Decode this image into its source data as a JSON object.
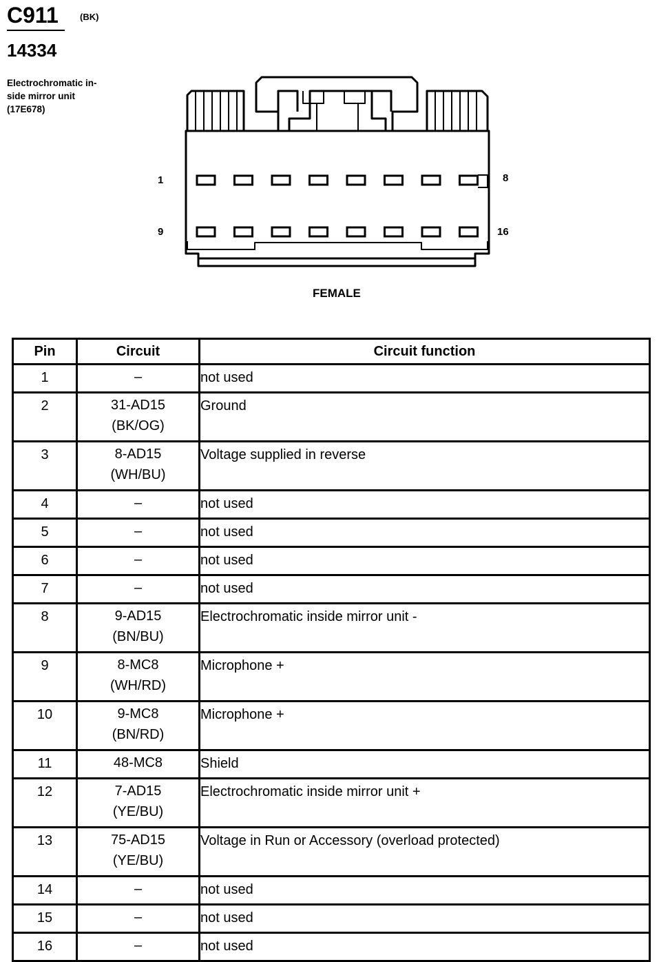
{
  "header": {
    "connector_id": "C911",
    "connector_color": "(BK)",
    "part_number": "14334",
    "description_lines": [
      "Electrochromatic in-",
      "side mirror unit",
      "(17E678)"
    ]
  },
  "connector": {
    "pin_labels": {
      "top_left": "1",
      "top_right": "8",
      "bottom_left": "9",
      "bottom_right": "16"
    },
    "pins_per_row": 8,
    "rows": 2,
    "view": "FEMALE"
  },
  "table": {
    "headers": {
      "pin": "Pin",
      "circuit": "Circuit",
      "function": "Circuit function"
    },
    "rows": [
      {
        "pin": "1",
        "circuit": [
          "–"
        ],
        "function": "not used"
      },
      {
        "pin": "2",
        "circuit": [
          "31-AD15",
          "(BK/OG)"
        ],
        "function": "Ground"
      },
      {
        "pin": "3",
        "circuit": [
          "8-AD15",
          "(WH/BU)"
        ],
        "function": "Voltage supplied in reverse"
      },
      {
        "pin": "4",
        "circuit": [
          "–"
        ],
        "function": "not used"
      },
      {
        "pin": "5",
        "circuit": [
          "–"
        ],
        "function": "not used"
      },
      {
        "pin": "6",
        "circuit": [
          "–"
        ],
        "function": "not used"
      },
      {
        "pin": "7",
        "circuit": [
          "–"
        ],
        "function": "not used"
      },
      {
        "pin": "8",
        "circuit": [
          "9-AD15",
          "(BN/BU)"
        ],
        "function": "Electrochromatic inside mirror unit  -"
      },
      {
        "pin": "9",
        "circuit": [
          "8-MC8",
          "(WH/RD)"
        ],
        "function": "Microphone +"
      },
      {
        "pin": "10",
        "circuit": [
          "9-MC8",
          "(BN/RD)"
        ],
        "function": "Microphone +"
      },
      {
        "pin": "11",
        "circuit": [
          "48-MC8"
        ],
        "function": "Shield"
      },
      {
        "pin": "12",
        "circuit": [
          "7-AD15",
          "(YE/BU)"
        ],
        "function": "Electrochromatic inside mirror unit  +"
      },
      {
        "pin": "13",
        "circuit": [
          "75-AD15",
          "(YE/BU)"
        ],
        "function": "Voltage in Run or Accessory (overload protected)"
      },
      {
        "pin": "14",
        "circuit": [
          "–"
        ],
        "function": "not used"
      },
      {
        "pin": "15",
        "circuit": [
          "–"
        ],
        "function": "not used"
      },
      {
        "pin": "16",
        "circuit": [
          "–"
        ],
        "function": "not used"
      }
    ]
  }
}
